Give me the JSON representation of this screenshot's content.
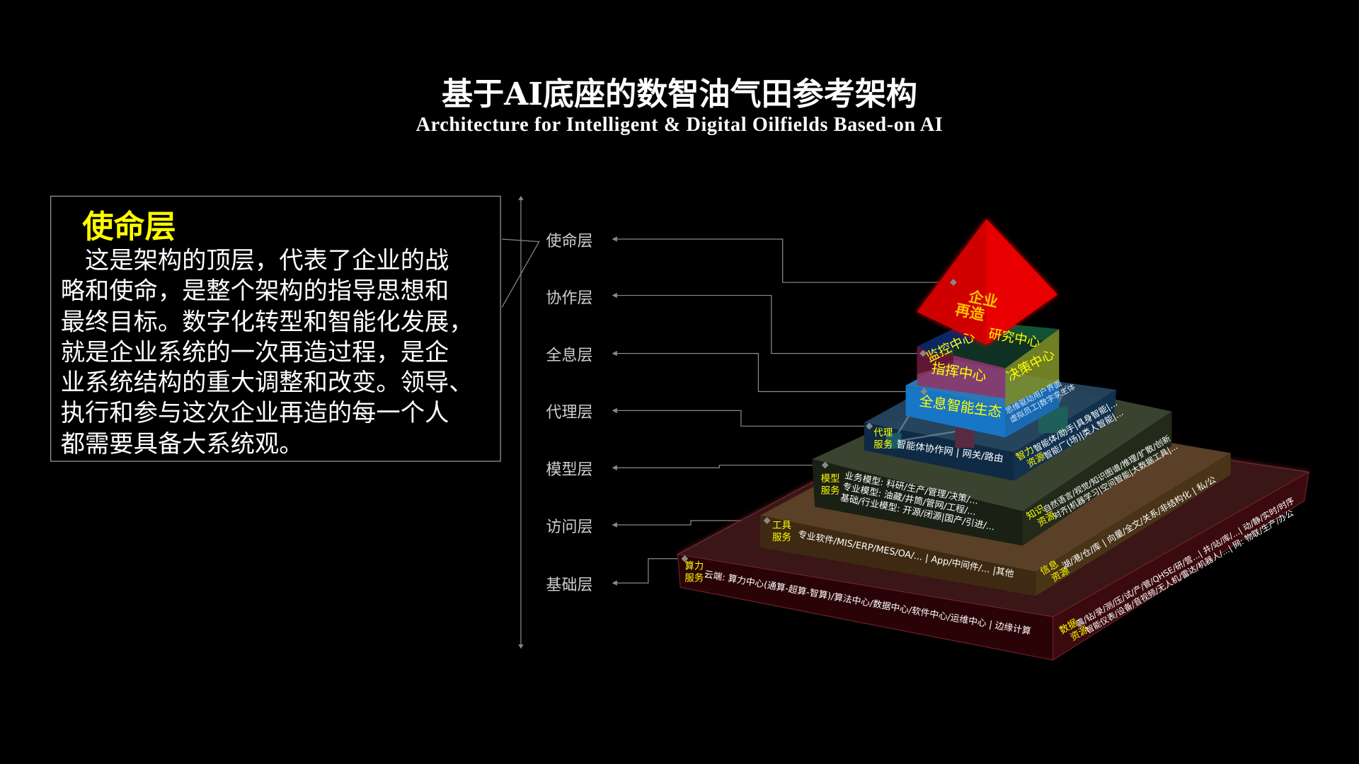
{
  "title": "基于AI底座的数智油气田参考架构",
  "subtitle": "Architecture for Intelligent & Digital Oilfields Based-on AI",
  "description": {
    "heading": "使命层",
    "lines": [
      "　这是架构的顶层，代表了企业的战",
      "略和使命，是整个架构的指导思想和",
      "最终目标。数字化转型和智能化发展，",
      "就是企业系统的一次再造过程，是企",
      "业系统结构的重大调整和改变。领导、",
      "执行和参与这次企业再造的每一个人",
      "都需要具备大系统观。"
    ]
  },
  "layers": [
    "使命层",
    "协作层",
    "全息层",
    "代理层",
    "模型层",
    "访问层",
    "基础层"
  ],
  "pyramid": {
    "apex": [
      "企业",
      "再造"
    ],
    "centers": {
      "monitor": "监控中心",
      "research": "研究中心",
      "command": "指挥中心",
      "decision": "决策中心"
    },
    "holo": {
      "front": "全息智能生态",
      "right": [
        "思维驱动用户界面",
        "虚拟员工|数字孪生体"
      ]
    },
    "agent": {
      "tag": [
        "代理",
        "服务"
      ],
      "front": "智能体协作网 | 网关/路由",
      "rtag": [
        "智力",
        "资源"
      ],
      "right": [
        "智能体/助手|具身智能|...",
        "智能厂(场)|类人智能|..."
      ]
    },
    "model": {
      "tag": [
        "模型",
        "服务"
      ],
      "front": [
        "业务模型: 科研/生产/管理/决策/...",
        "专业模型: 油藏/井筒/管网/工程/...",
        "基础/行业模型: 开源/闭源|国产/引进/..."
      ],
      "rtag": [
        "知识",
        "资源"
      ],
      "right": [
        "自然语言/视觉/知识图谱/推理/扩散/创新",
        "对齐|机器学习|空间智能|大数据工具|..."
      ]
    },
    "tool": {
      "tag": [
        "工具",
        "服务"
      ],
      "front": "专业软件/MIS/ERP/MES/OA/... | App/中间件/... |其他",
      "rtag": [
        "信息",
        "资源"
      ],
      "right": "湖/港/仓/库 | 向量/全文/关系/非结构化 | 私/公"
    },
    "base": {
      "tag": [
        "算力",
        "服务"
      ],
      "front": "云端: 算力中心(通算-超算-智算)/算法中心/数据中心/软件中心/运维中心 | 边缘计算",
      "rtag": [
        "数据",
        "资源"
      ],
      "right": [
        "震/钻/录/测/压/试/产/管/QHSE/研/营...| 井/站/库/...| 动/静/实时/时序",
        "智能仪表/设备/音视频/无人机/雷达/机器人/...| 网: 物联/生产/办公"
      ]
    }
  },
  "colors": {
    "accent": "#ffff00",
    "apex": "#e00000",
    "background": "#000000"
  }
}
